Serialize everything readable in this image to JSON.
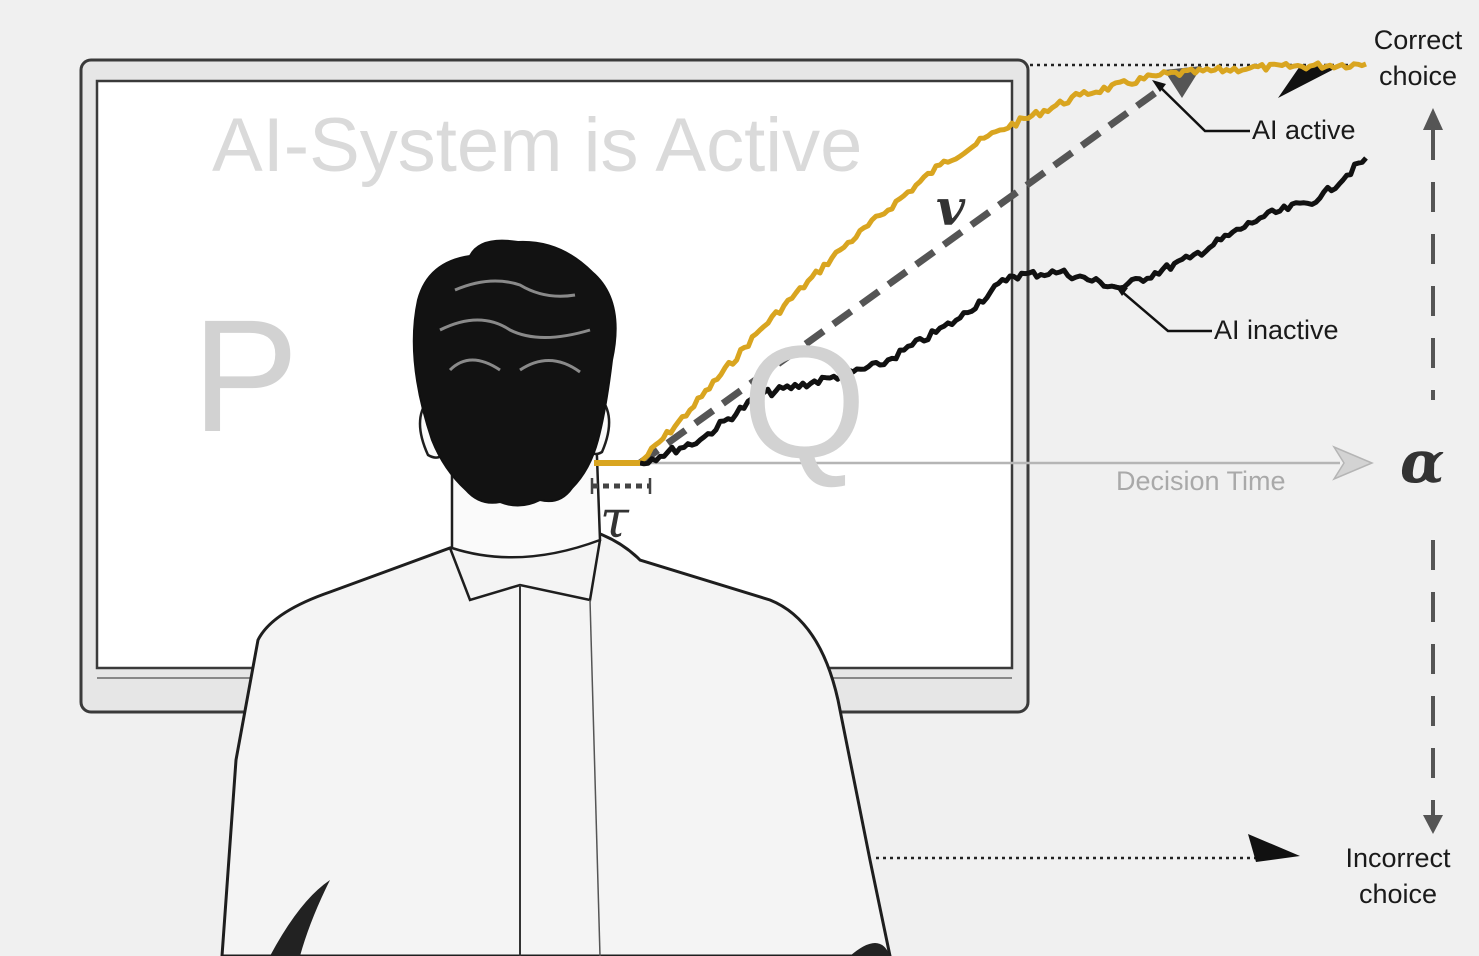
{
  "screen": {
    "title": "AI-System is Active",
    "option_left": "P",
    "option_right": "Q"
  },
  "axis": {
    "label": "Decision Time"
  },
  "boundaries": {
    "upper": {
      "line1": "Correct",
      "line2": "choice"
    },
    "lower": {
      "line1": "Incorrect",
      "line2": "choice"
    }
  },
  "params": {
    "drift": "v",
    "non_decision_time": "τ",
    "boundary_separation": "α"
  },
  "paths": {
    "active": {
      "label": "AI active",
      "color": "#d9a520"
    },
    "inactive": {
      "label": "AI inactive",
      "color": "#111111"
    }
  },
  "colors": {
    "background": "#f0f0f0",
    "screen": "#ffffff",
    "drift_arrow": "#555555"
  }
}
